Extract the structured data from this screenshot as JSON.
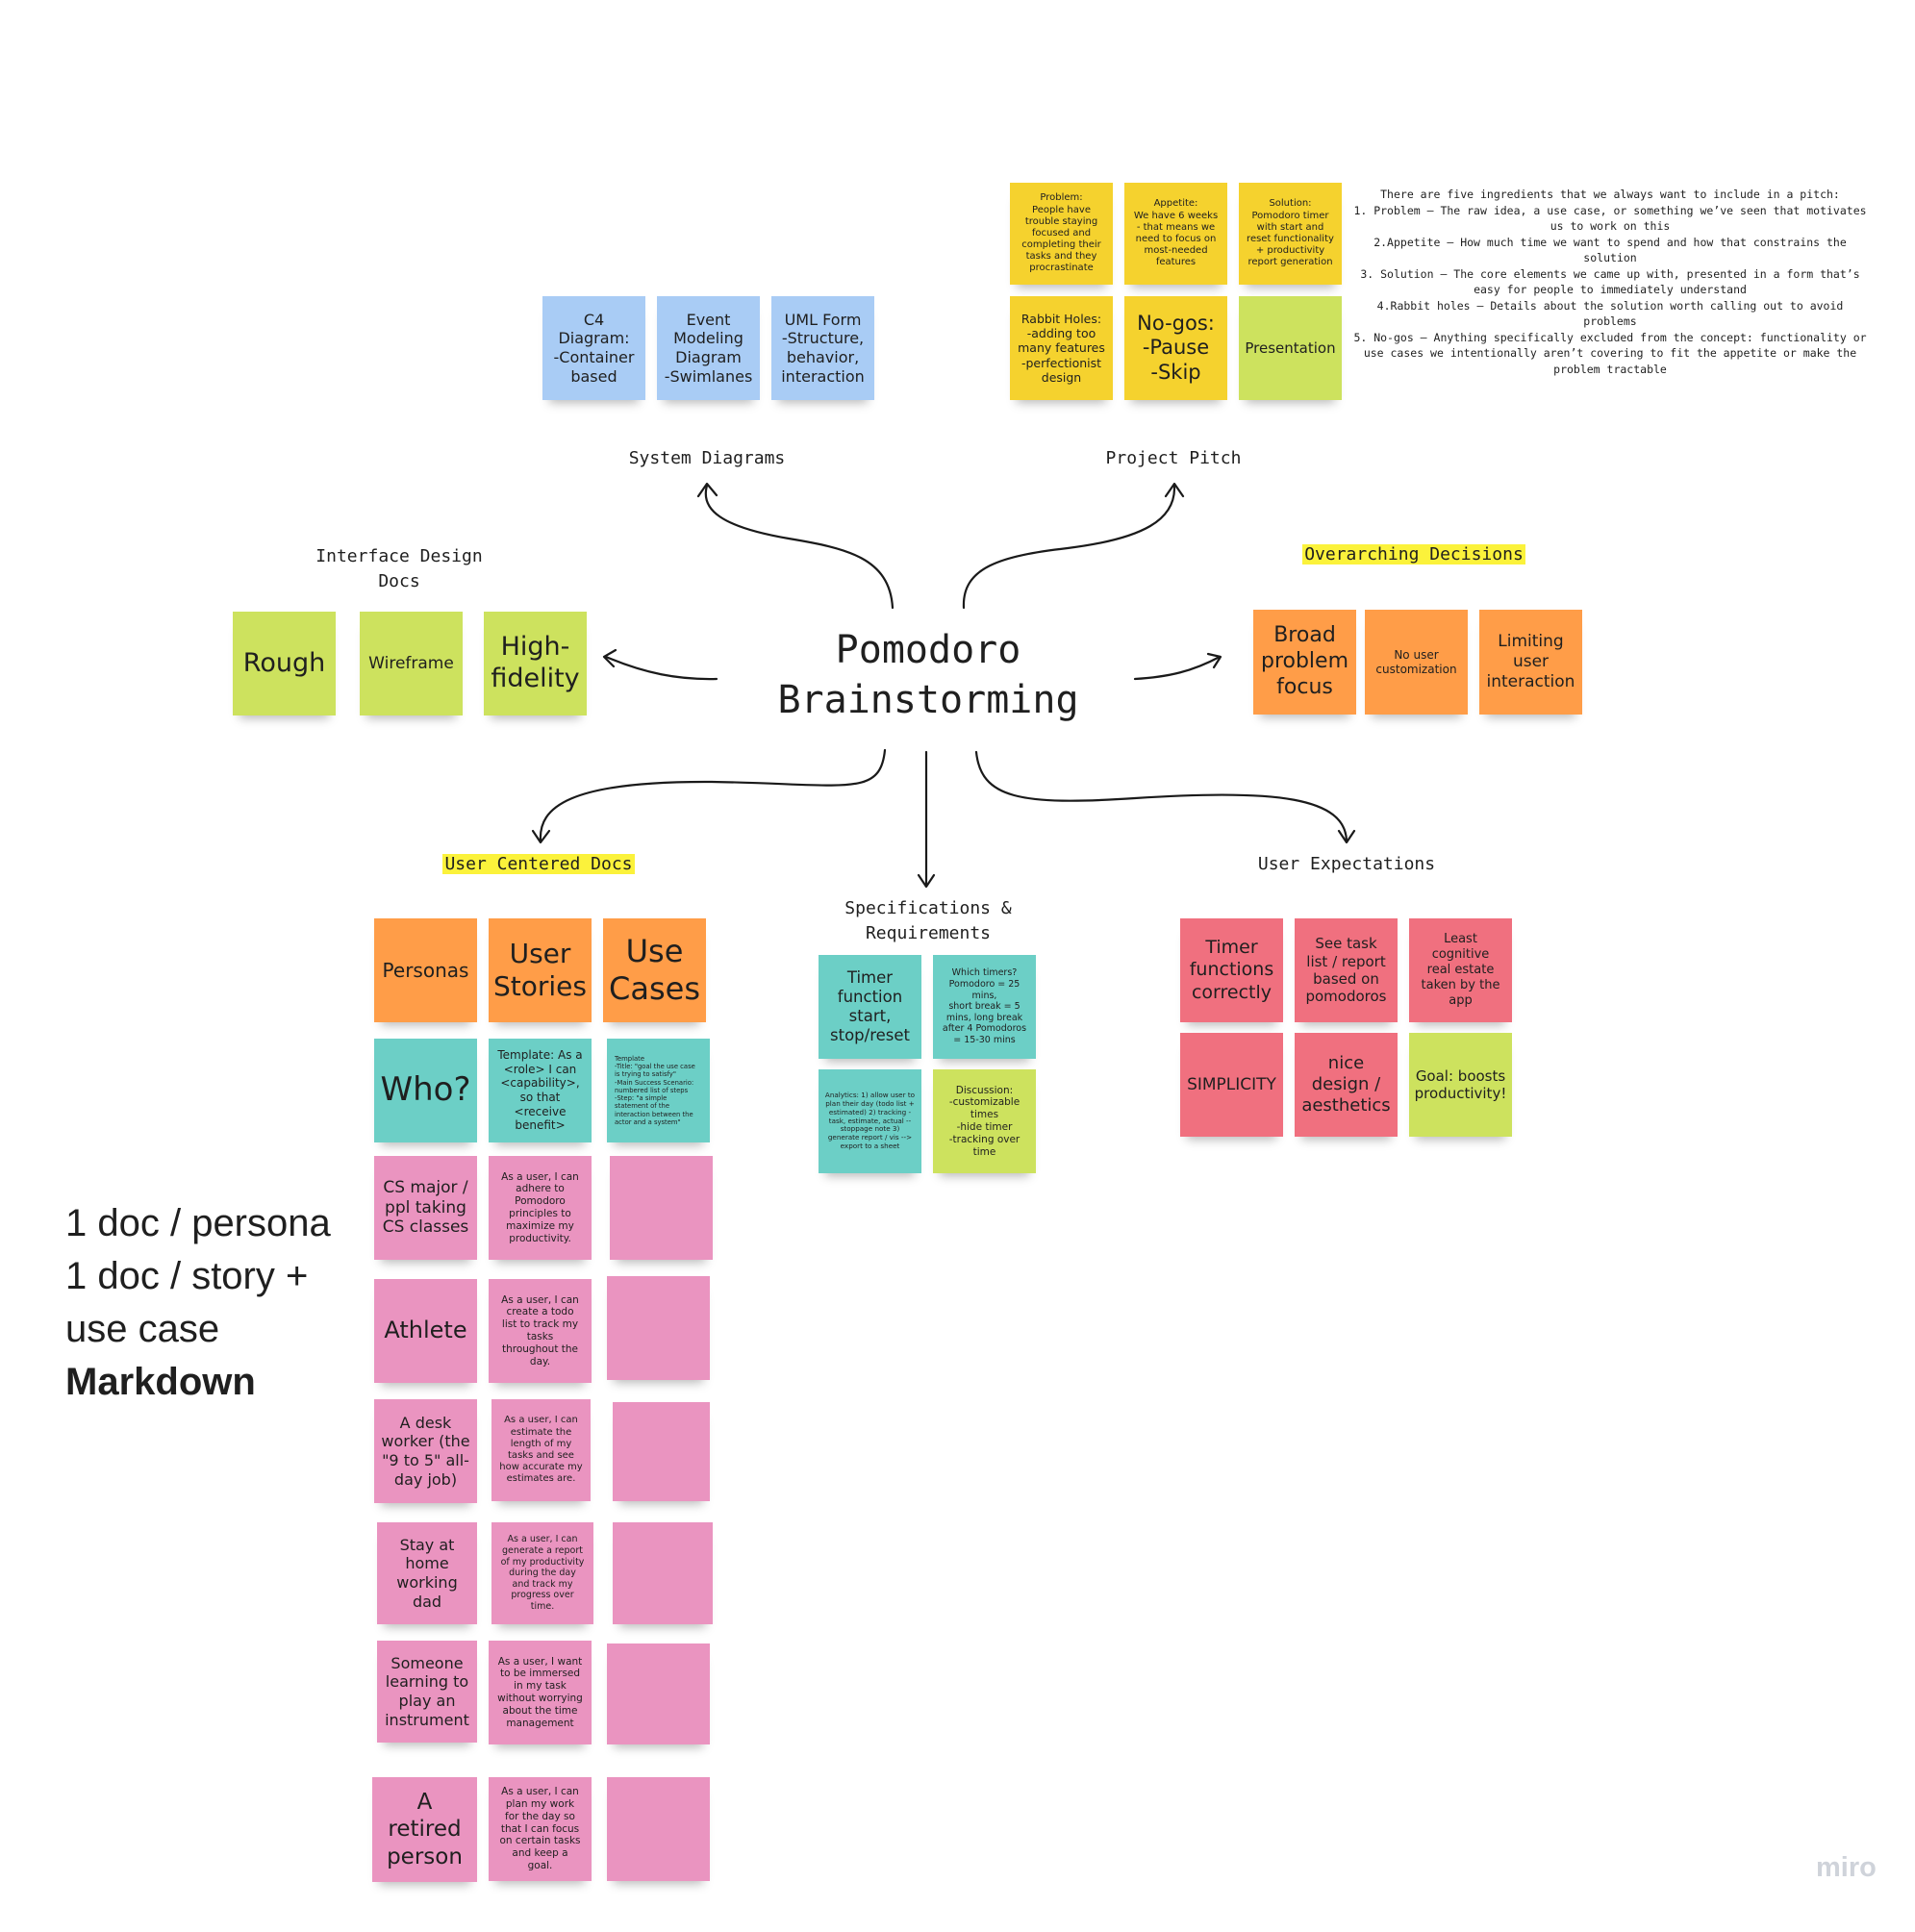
{
  "title": "Pomodoro Brainstorming",
  "sections": {
    "system_diagrams": "System Diagrams",
    "project_pitch": "Project Pitch",
    "interface_design": "Interface Design\nDocs",
    "overarching": "Overarching Decisions",
    "user_centered": "User Centered Docs",
    "specs": "Specifications &\nRequirements",
    "user_expectations": "User Expectations"
  },
  "system_diagrams_notes": [
    "C4\nDiagram:\n-Container\nbased",
    "Event\nModeling\nDiagram\n-Swimlanes",
    "UML Form\n-Structure,\nbehavior,\ninteraction"
  ],
  "pitch_notes": {
    "problem": "Problem:\nPeople have trouble staying focused and completing their tasks and they procrastinate",
    "appetite": "Appetite:\nWe have 6 weeks - that means we need to focus on most-needed features",
    "solution": "Solution:\nPomodoro timer with start and reset functionality + productivity report generation",
    "rabbit_holes": "Rabbit Holes:\n-adding too many features\n-perfectionist design",
    "no_gos": "No-gos:\n-Pause\n-Skip",
    "presentation": "Presentation"
  },
  "pitch_description": "There are five ingredients that we always want to include in a pitch:\n1. Problem — The raw idea, a use case, or something we’ve seen that motivates us to work on this\n2.Appetite — How much time we want to spend and how that constrains the solution\n3. Solution — The core elements we came up with, presented in a form that’s easy for people to immediately understand\n4.Rabbit holes — Details about the solution worth calling out to avoid problems\n5. No-gos — Anything specifically excluded from the concept: functionality or use cases we intentionally aren’t covering to fit the appetite or make the problem tractable",
  "interface_notes": [
    "Rough",
    "Wireframe",
    "High-\nfidelity"
  ],
  "overarching_notes": [
    "Broad\nproblem\nfocus",
    "No user\ncustomization",
    "Limiting\nuser\ninteraction"
  ],
  "user_centered": {
    "headers": [
      "Personas",
      "User\nStories",
      "Use\nCases"
    ],
    "templates": [
      "Who?",
      "Template: As a <role> I can <capability>, so that <receive benefit>",
      "Template\n-Title: \"goal the use case is trying to satisfy\"\n-Main Success Scenario: numbered list of steps\n-Step: \"a simple statement of the interaction between the actor and a system\""
    ],
    "personas": [
      "CS major / ppl taking CS classes",
      "Athlete",
      "A desk worker (the \"9 to 5\" all-day job)",
      "Stay at home working dad",
      "Someone learning to play an instrument",
      "A retired person"
    ],
    "stories": [
      "As a user, I can adhere to Pomodoro principles to maximize my productivity.",
      "As a user, I can create a todo list to track my tasks throughout the day.",
      "As a user, I can estimate the length of my tasks and see how accurate my estimates are.",
      "As a user, I can generate a report of my productivity during the day and track my progress over time.",
      "As a user, I want to be immersed in my task without worrying about the time management",
      "As a user, I can plan my work for the day so that I can  focus on certain tasks and keep a goal."
    ]
  },
  "specs_notes": [
    "Timer\nfunction\nstart,\nstop/reset",
    "Which timers?\nPomodoro = 25 mins,\nshort break = 5 mins, long break after 4 Pomodoros = 15-30 mins",
    "Analytics: 1) allow user to plan their day (todo list + estimated) 2) tracking - task, estimate, actual -- stoppage note 3) generate report / vis --> export to a sheet",
    "Discussion:\n-customizable times\n-hide timer\n-tracking over time"
  ],
  "expectation_notes": [
    "Timer\nfunctions\ncorrectly",
    "See task list / report based on pomodoros",
    "Least cognitive real estate taken by the app",
    "SIMPLICITY",
    "nice\ndesign /\naesthetics",
    "Goal: boosts productivity!"
  ],
  "side_text": {
    "line1": "1 doc / persona",
    "line2": "1 doc / story +",
    "line3": "use case",
    "line4": "Markdown"
  },
  "watermark": "miro",
  "colors": {
    "yellow": "#f5d22e",
    "blue": "#a9ccf5",
    "lime": "#cde25e",
    "orange": "#ff9d48",
    "teal": "#6ccfc6",
    "pink": "#ea94c0",
    "red": "#f0707f",
    "highlight": "#fbf23b"
  }
}
